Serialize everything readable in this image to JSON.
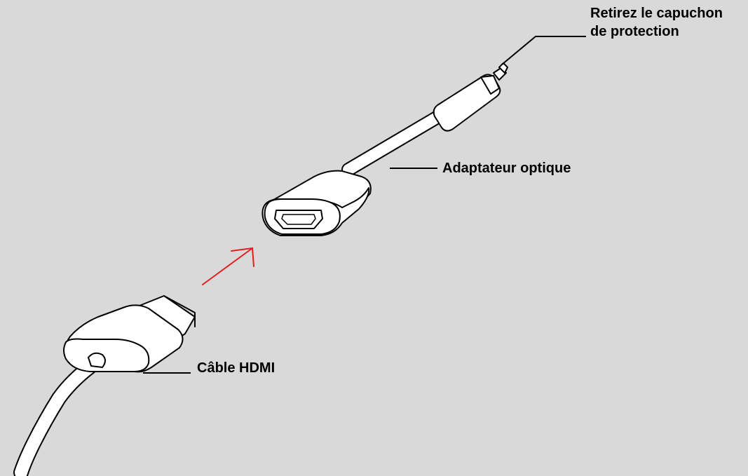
{
  "colors": {
    "background": "#d9d9d9",
    "outline": "#000000",
    "device_fill": "#ffffff",
    "arrow": "#e02020"
  },
  "labels": {
    "cap_line1": "Retirez le capuchon",
    "cap_line2": "de protection",
    "adapter": "Adaptateur optique",
    "hdmi_cable": "Câble HDMI"
  },
  "icons": {
    "insert_arrow": "arrow-up-right-icon"
  }
}
